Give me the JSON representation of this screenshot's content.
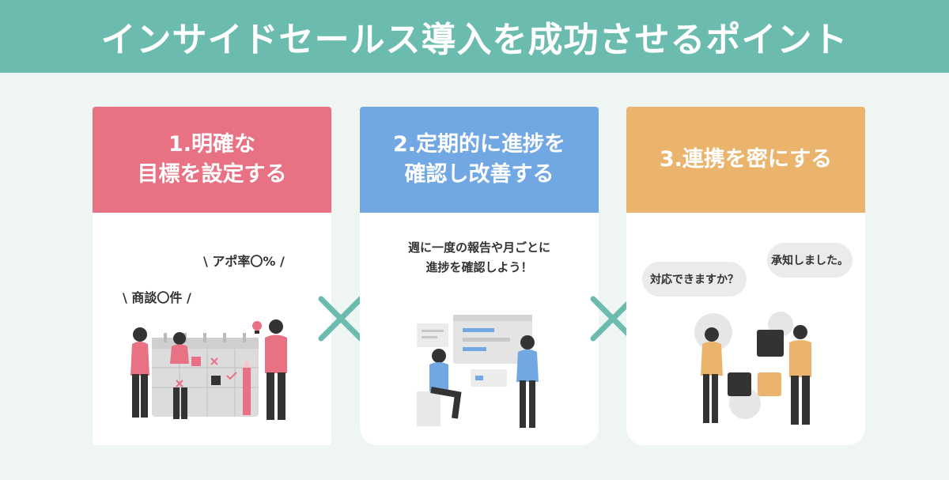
{
  "title": "インサイドセールス導入を成功させるポイント",
  "cards": [
    {
      "heading": "1.明確な\n目標を設定する",
      "notes": [
        "\\ アポ率〇% /",
        "\\ 商談〇件 /"
      ]
    },
    {
      "heading": "2.定期的に進捗を\n確認し改善する",
      "caption": "週に一度の報告や月ごとに\n進捗を確認しよう！"
    },
    {
      "heading": "3.連携を密にする",
      "bubbles": [
        "対応できますか？",
        "承知しました。"
      ]
    }
  ],
  "colors": {
    "banner": "#6bbcae",
    "card1": "#e87183",
    "card2": "#71a8e4",
    "card3": "#ebb46c",
    "cross": "#6bbcae"
  },
  "icons": [
    "cross-icon",
    "person-icon",
    "calendar-board-icon",
    "lightbulb-icon",
    "pencil-icon",
    "dashboard-icon",
    "puzzle-icon",
    "gear-icon"
  ]
}
